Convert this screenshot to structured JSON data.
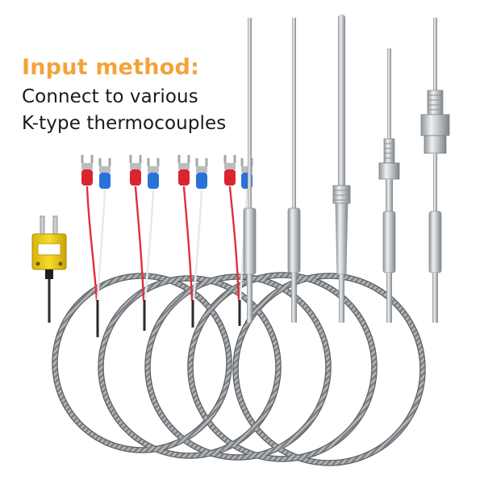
{
  "caption": {
    "title": "Input method:",
    "line1": "Connect to various",
    "line2": "K-type thermocouples"
  },
  "colors": {
    "title": "#f2a33a",
    "body_text": "#1a1a1a",
    "connector": "#f2d21a",
    "terminal_red": "#d9262e",
    "terminal_blue": "#2a72d8",
    "wire_red": "#e0303a",
    "wire_white": "#f2f2f2",
    "braid": "#8a8d90",
    "steel": "#c4c8cb"
  },
  "product": {
    "probes": [
      {
        "name": "probe-1",
        "icon": "thermocouple-probe-icon"
      },
      {
        "name": "probe-2",
        "icon": "thermocouple-probe-icon"
      },
      {
        "name": "probe-3",
        "icon": "thermocouple-probe-icon"
      },
      {
        "name": "probe-4",
        "icon": "thermocouple-probe-icon"
      },
      {
        "name": "probe-5",
        "icon": "thermocouple-probe-icon"
      }
    ],
    "connector_icon": "mini-k-connector-icon",
    "terminal_icon": "fork-terminal-icon",
    "cable_icon": "braided-cable-icon"
  }
}
